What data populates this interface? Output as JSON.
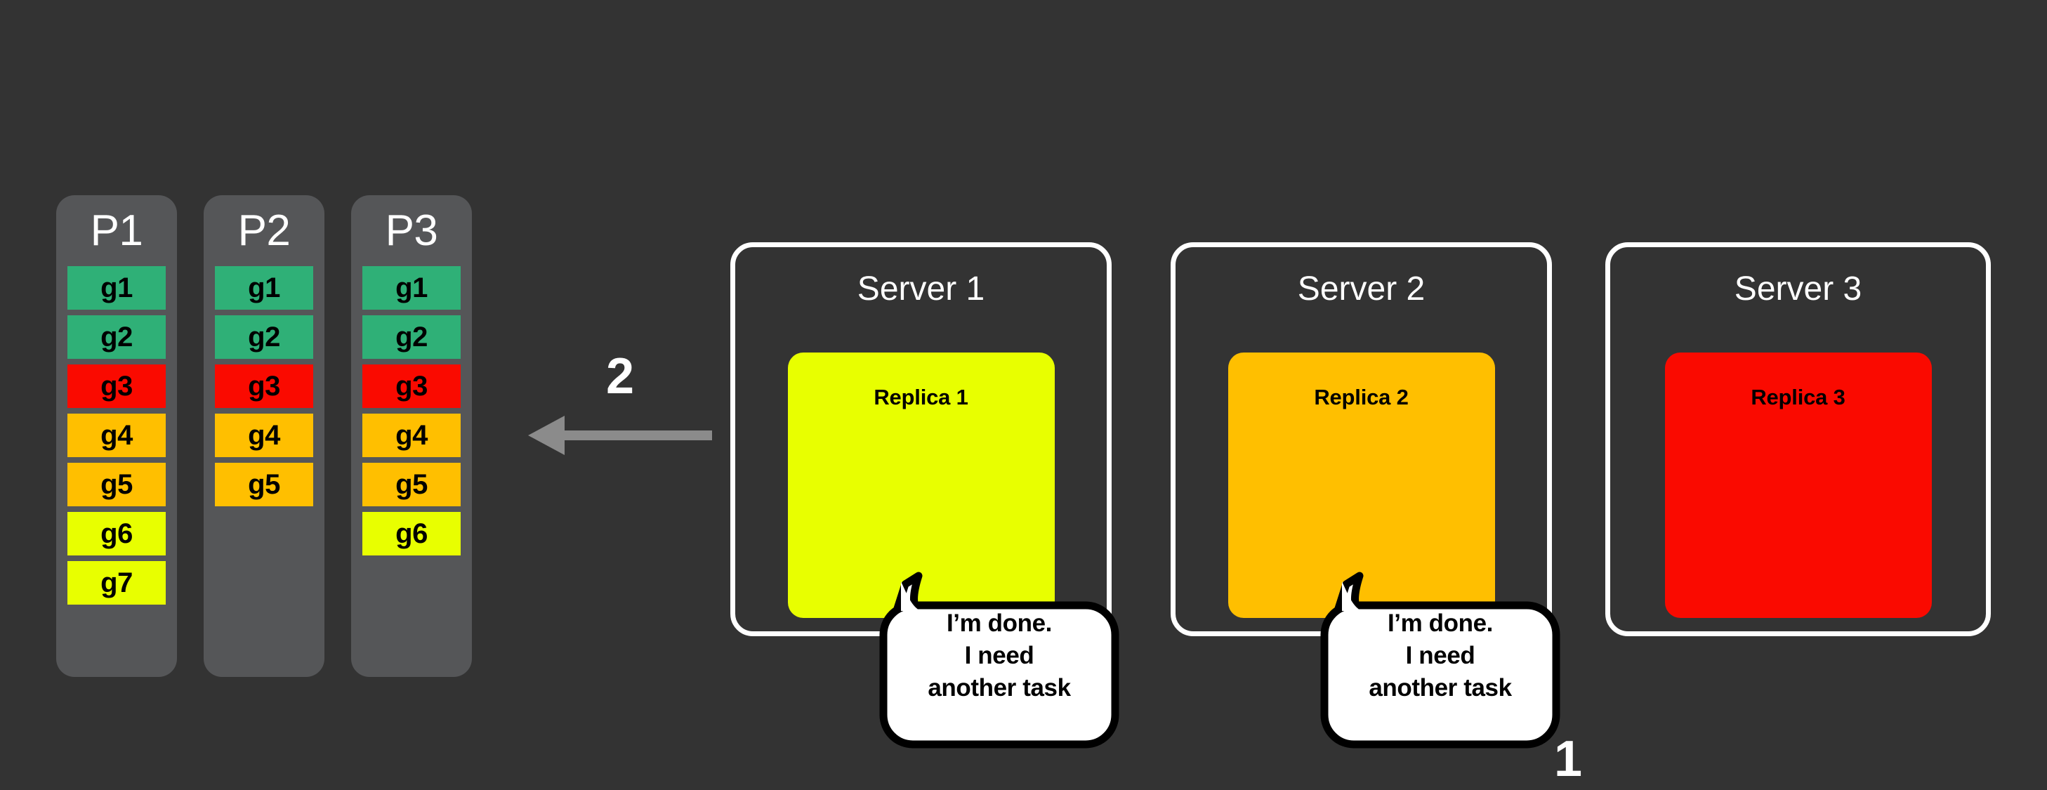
{
  "colors": {
    "background": "#333333",
    "partition_fill": "#555658",
    "server_border": "#ffffff",
    "green": "#2fb077",
    "red": "#fa0a00",
    "orange": "#ffbf00",
    "yellow": "#e8ff00",
    "arrow": "#8b8b8b",
    "bubble_fill": "#ffffff",
    "bubble_stroke": "#000000",
    "text_light": "#ffffff",
    "text_dark": "#000000"
  },
  "partitions": [
    {
      "title": "P1",
      "blocks": [
        {
          "label": "g1",
          "color": "#2fb077"
        },
        {
          "label": "g2",
          "color": "#2fb077"
        },
        {
          "label": "g3",
          "color": "#fa0a00"
        },
        {
          "label": "g4",
          "color": "#ffbf00"
        },
        {
          "label": "g5",
          "color": "#ffbf00"
        },
        {
          "label": "g6",
          "color": "#e8ff00"
        },
        {
          "label": "g7",
          "color": "#e8ff00"
        }
      ]
    },
    {
      "title": "P2",
      "blocks": [
        {
          "label": "g1",
          "color": "#2fb077"
        },
        {
          "label": "g2",
          "color": "#2fb077"
        },
        {
          "label": "g3",
          "color": "#fa0a00"
        },
        {
          "label": "g4",
          "color": "#ffbf00"
        },
        {
          "label": "g5",
          "color": "#ffbf00"
        }
      ]
    },
    {
      "title": "P3",
      "blocks": [
        {
          "label": "g1",
          "color": "#2fb077"
        },
        {
          "label": "g2",
          "color": "#2fb077"
        },
        {
          "label": "g3",
          "color": "#fa0a00"
        },
        {
          "label": "g4",
          "color": "#ffbf00"
        },
        {
          "label": "g5",
          "color": "#ffbf00"
        },
        {
          "label": "g6",
          "color": "#e8ff00"
        }
      ]
    }
  ],
  "steps": {
    "one": "1",
    "two": "2"
  },
  "arrow": {
    "direction": "left",
    "color": "#8b8b8b"
  },
  "servers": [
    {
      "title": "Server 1",
      "replica_label": "Replica 1",
      "replica_color": "#e8ff00",
      "has_bubble": true
    },
    {
      "title": "Server 2",
      "replica_label": "Replica 2",
      "replica_color": "#ffbf00",
      "has_bubble": true
    },
    {
      "title": "Server 3",
      "replica_label": "Replica 3",
      "replica_color": "#fa0a00",
      "has_bubble": false
    }
  ],
  "bubbles": [
    {
      "text": "I’m done.\nI need\nanother task"
    },
    {
      "text": "I’m done.\nI need\nanother task"
    }
  ]
}
